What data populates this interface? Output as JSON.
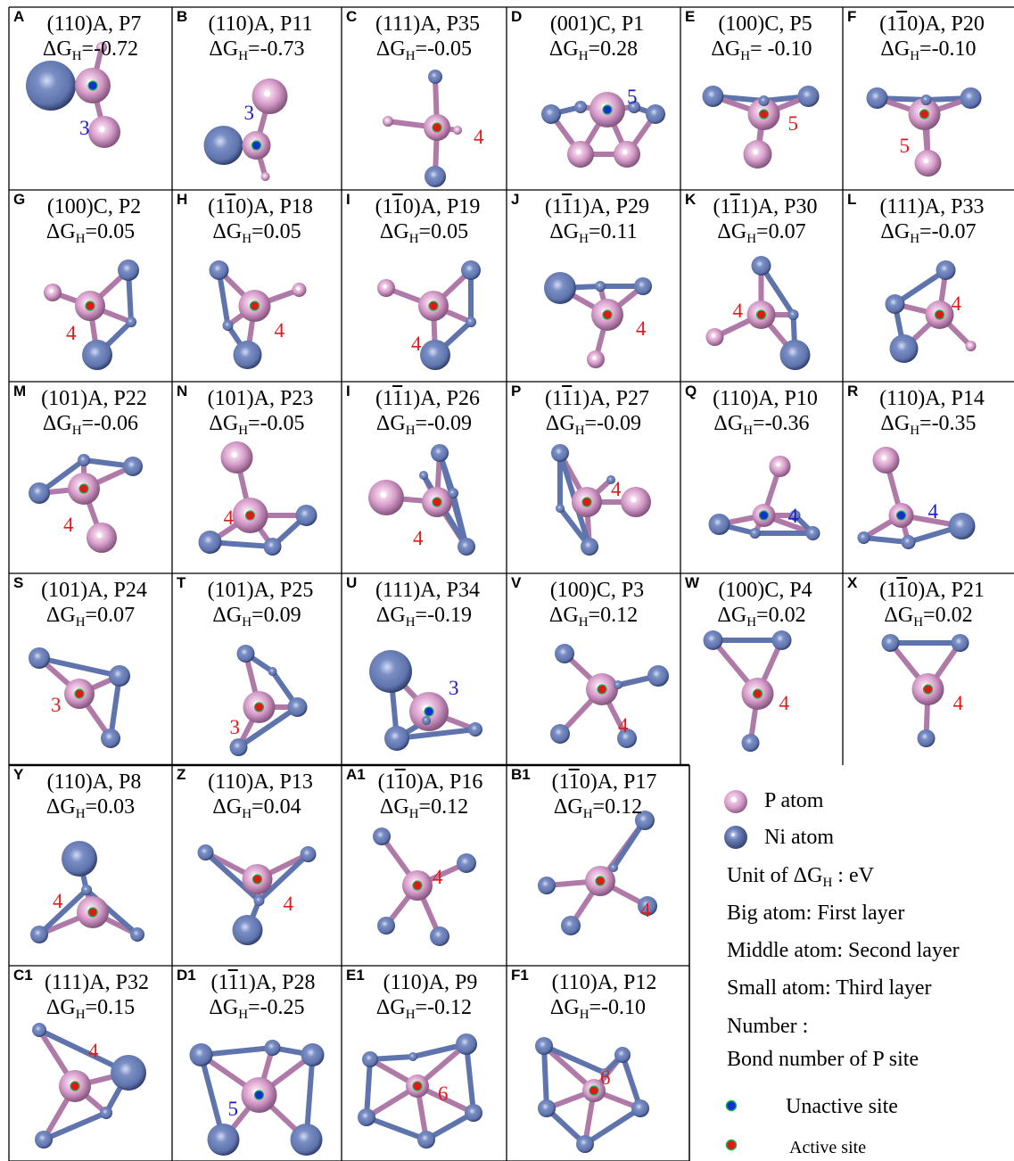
{
  "colors": {
    "p_atom": "#d49bc8",
    "ni_atom": "#5f74ad",
    "inactive_site": "#1030d0",
    "active_site": "#e01818",
    "num_blue": "#1a1acc",
    "num_red": "#e31a1a"
  },
  "panels": [
    {
      "label": "A",
      "facet": "(110)A",
      "site": "P7",
      "dg": "-0.72",
      "bond": "3",
      "site_type": "inactive"
    },
    {
      "label": "B",
      "facet": "(110)A",
      "site": "P11",
      "dg": "-0.73",
      "bond": "3",
      "site_type": "inactive"
    },
    {
      "label": "C",
      "facet": "(111)A",
      "site": "P35",
      "dg": "-0.05",
      "bond": "4",
      "site_type": "active"
    },
    {
      "label": "D",
      "facet": "(001)C",
      "site": "P1",
      "dg": "0.28",
      "bond": "5",
      "site_type": "inactive"
    },
    {
      "label": "E",
      "facet": "(100)C",
      "site": "P5",
      "dg": " -0.10",
      "bond": "5",
      "site_type": "active"
    },
    {
      "label": "F",
      "facet_pre": "(1",
      "facet_bar": "1",
      "facet_post": "0)A",
      "site": "P20",
      "dg": "-0.10",
      "bond": "5",
      "site_type": "active"
    },
    {
      "label": "G",
      "facet": "(100)C",
      "site": "P2",
      "dg": "0.05",
      "bond": "4",
      "site_type": "active"
    },
    {
      "label": "H",
      "facet_pre": "(1",
      "facet_bar": "1",
      "facet_post": "0)A",
      "site": "P18",
      "dg": "0.05",
      "bond": "4",
      "site_type": "active"
    },
    {
      "label": "I",
      "facet_pre": "(1",
      "facet_bar": "1",
      "facet_post": "0)A",
      "site": "P19",
      "dg": "0.05",
      "bond": "4",
      "site_type": "active"
    },
    {
      "label": "J",
      "facet_pre": "(1",
      "facet_bar": "1",
      "facet_post": "1)A",
      "site": "P29",
      "dg": "0.11",
      "bond": "4",
      "site_type": "active"
    },
    {
      "label": "K",
      "facet_pre": "(1",
      "facet_bar": "1",
      "facet_post": "1)A",
      "site": "P30",
      "dg": "0.07",
      "bond": "4",
      "site_type": "active"
    },
    {
      "label": "L",
      "facet": "(111)A",
      "site": "P33",
      "dg": "-0.07",
      "bond": "4",
      "site_type": "active"
    },
    {
      "label": "M",
      "facet": "(101)A",
      "site": "P22",
      "dg": "-0.06",
      "bond": "4",
      "site_type": "active"
    },
    {
      "label": "N",
      "facet": "(101)A",
      "site": "P23",
      "dg": "-0.05",
      "bond": "4",
      "site_type": "active"
    },
    {
      "label": "I",
      "facet_pre": "(1",
      "facet_bar": "1",
      "facet_post": "1)A",
      "site": "P26",
      "dg": "-0.09",
      "bond": "4",
      "site_type": "active"
    },
    {
      "label": "P",
      "facet_pre": "(1",
      "facet_bar": "1",
      "facet_post": "1)A",
      "site": "P27",
      "dg": "-0.09",
      "bond": "4",
      "site_type": "active"
    },
    {
      "label": "Q",
      "facet": "(110)A",
      "site": "P10",
      "dg": "-0.36",
      "bond": "4",
      "site_type": "inactive"
    },
    {
      "label": "R",
      "facet": "(110)A",
      "site": "P14",
      "dg": "-0.35",
      "bond": "4",
      "site_type": "inactive"
    },
    {
      "label": "S",
      "facet": "(101)A",
      "site": "P24",
      "dg": "0.07",
      "bond": "3",
      "site_type": "active"
    },
    {
      "label": "T",
      "facet": "(101)A",
      "site": "P25",
      "dg": "0.09",
      "bond": "3",
      "site_type": "active"
    },
    {
      "label": "U",
      "facet": "(111)A",
      "site": "P34",
      "dg": "-0.19",
      "bond": "3",
      "site_type": "inactive"
    },
    {
      "label": "V",
      "facet": "(100)C",
      "site": "P3",
      "dg": "0.12",
      "bond": "4",
      "site_type": "active"
    },
    {
      "label": "W",
      "facet": "(100)C",
      "site": "P4",
      "dg": "0.02",
      "bond": "4",
      "site_type": "active"
    },
    {
      "label": "X",
      "facet_pre": "(1",
      "facet_bar": "1",
      "facet_post": "0)A",
      "site": "P21",
      "dg": "0.02",
      "bond": "4",
      "site_type": "active"
    },
    {
      "label": "Y",
      "facet": "(110)A",
      "site": "P8",
      "dg": "0.03",
      "bond": "4",
      "site_type": "active"
    },
    {
      "label": "Z",
      "facet": "(110)A",
      "site": "P13",
      "dg": "0.04",
      "bond": "4",
      "site_type": "active"
    },
    {
      "label": "A1",
      "facet_pre": "(1",
      "facet_bar": "1",
      "facet_post": "0)A",
      "site": "P16",
      "dg": "0.12",
      "bond": "4",
      "site_type": "active"
    },
    {
      "label": "B1",
      "facet_pre": "(1",
      "facet_bar": "1",
      "facet_post": "0)A",
      "site": "P17",
      "dg": "0.12",
      "bond": "4",
      "site_type": "active"
    },
    {
      "label": "C1",
      "facet": "(111)A",
      "site": "P32",
      "dg": "0.15",
      "bond": "4",
      "site_type": "active"
    },
    {
      "label": "D1",
      "facet_pre": "(1",
      "facet_bar": "1",
      "facet_post": "1)A",
      "site": "P28",
      "dg": "-0.25",
      "bond": "5",
      "site_type": "inactive"
    },
    {
      "label": "E1",
      "facet": "(110)A",
      "site": "P9",
      "dg": "-0.12",
      "bond": "6",
      "site_type": "active"
    },
    {
      "label": "F1",
      "facet": "(110)A",
      "site": "P12",
      "dg": "-0.10",
      "bond": "6",
      "site_type": "active"
    }
  ],
  "legend": {
    "p_atom": "P atom",
    "ni_atom": "Ni atom",
    "unit_pre": "Unit of ΔG",
    "unit_sub": "H",
    "unit_post": " : eV",
    "big": "Big atom: First layer",
    "middle": "Middle atom: Second layer",
    "small": "Small atom: Third layer",
    "number_title": "Number :",
    "number_desc": "Bond number of P site",
    "unactive": "Unactive site",
    "active": "Active site"
  }
}
